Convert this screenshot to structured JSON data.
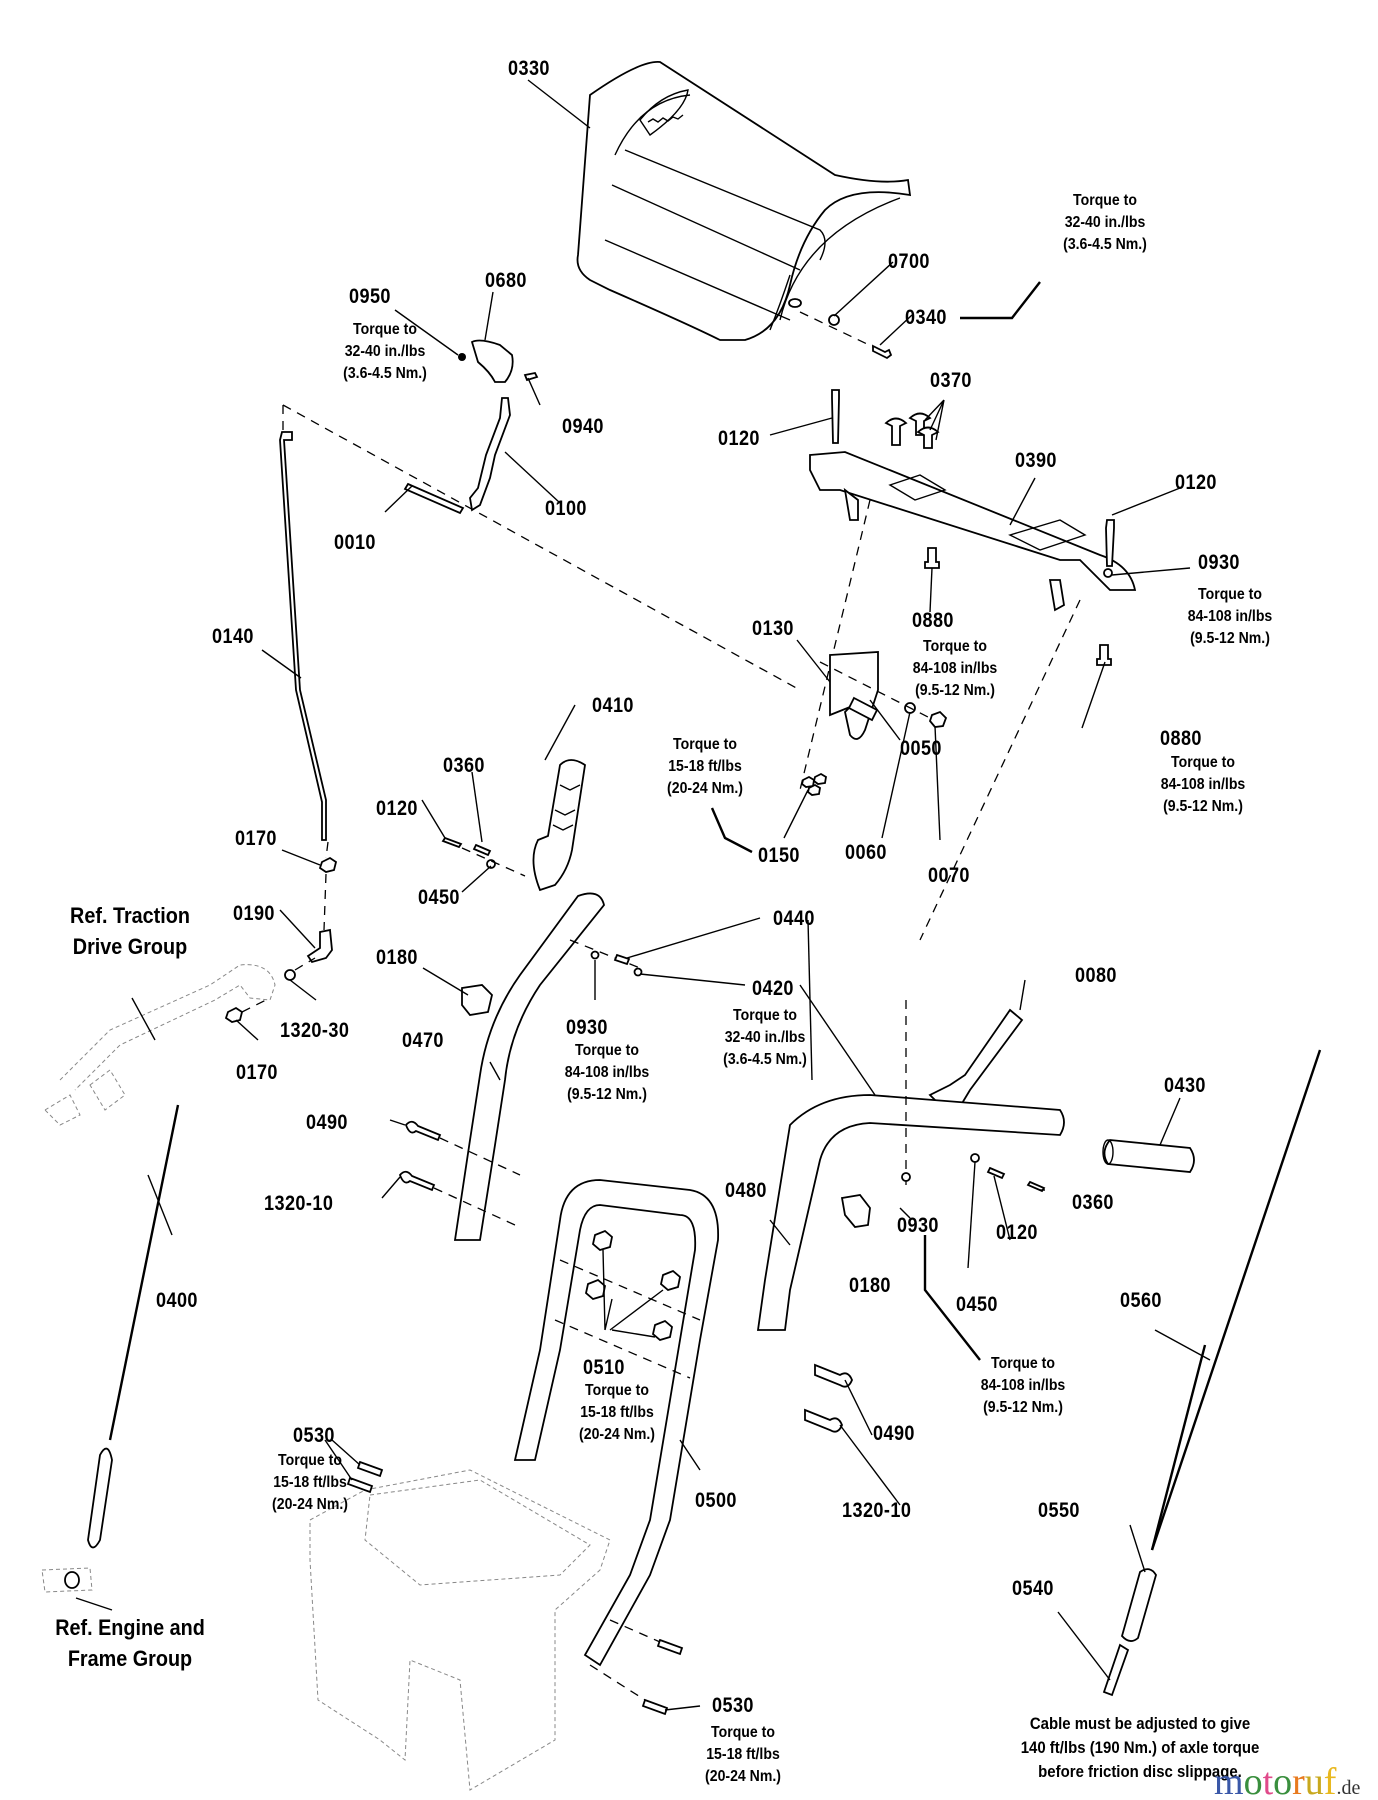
{
  "diagram": {
    "title_hidden": "Handle / Control Assembly parts diagram",
    "parts": [
      {
        "id": "0330",
        "name": "console-cover"
      },
      {
        "id": "0340",
        "name": "screw"
      },
      {
        "id": "0700",
        "name": "washer"
      },
      {
        "id": "0950",
        "name": "nut"
      },
      {
        "id": "0680",
        "name": "shift-knob"
      },
      {
        "id": "0940",
        "name": "screw"
      },
      {
        "id": "0010",
        "name": "bolt"
      },
      {
        "id": "0100",
        "name": "shift-lever"
      },
      {
        "id": "0120",
        "name": "bolt"
      },
      {
        "id": "0370",
        "name": "carriage-bolt"
      },
      {
        "id": "0390",
        "name": "console-plate"
      },
      {
        "id": "0930",
        "name": "locknut"
      },
      {
        "id": "0880",
        "name": "screw"
      },
      {
        "id": "0130",
        "name": "bracket"
      },
      {
        "id": "0140",
        "name": "shift-rod"
      },
      {
        "id": "0410",
        "name": "drive-lever"
      },
      {
        "id": "0360",
        "name": "pin"
      },
      {
        "id": "0450",
        "name": "spacer"
      },
      {
        "id": "0050",
        "name": "spring"
      },
      {
        "id": "0060",
        "name": "washer"
      },
      {
        "id": "0070",
        "name": "nut"
      },
      {
        "id": "0150",
        "name": "nut"
      },
      {
        "id": "0170",
        "name": "nut"
      },
      {
        "id": "0190",
        "name": "ferrule"
      },
      {
        "id": "1320-30",
        "name": "washer"
      },
      {
        "id": "0180",
        "name": "cable-guide"
      },
      {
        "id": "0440",
        "name": "pin"
      },
      {
        "id": "0420",
        "name": "nut"
      },
      {
        "id": "0470",
        "name": "handle-left"
      },
      {
        "id": "0080",
        "name": "auger-lever"
      },
      {
        "id": "0430",
        "name": "grip"
      },
      {
        "id": "0480",
        "name": "handle-right"
      },
      {
        "id": "0490",
        "name": "carriage-bolt"
      },
      {
        "id": "1320-10",
        "name": "carriage-bolt"
      },
      {
        "id": "0400",
        "name": "cable"
      },
      {
        "id": "0510",
        "name": "flange-nut"
      },
      {
        "id": "0500",
        "name": "lower-handle"
      },
      {
        "id": "0560",
        "name": "cable"
      },
      {
        "id": "0550",
        "name": "spring-cover"
      },
      {
        "id": "0540",
        "name": "link"
      },
      {
        "id": "0530",
        "name": "screw"
      }
    ],
    "labels": {
      "l0330": "0330",
      "l0700": "0700",
      "l0340": "0340",
      "l0950": "0950",
      "l0680": "0680",
      "l0940": "0940",
      "l0010": "0010",
      "l0100": "0100",
      "l0120a": "0120",
      "l0370": "0370",
      "l0390": "0390",
      "l0120b": "0120",
      "l0930a": "0930",
      "l0880a": "0880",
      "l0880b": "0880",
      "l0130": "0130",
      "l0140": "0140",
      "l0410": "0410",
      "l0360a": "0360",
      "l0120c": "0120",
      "l0450a": "0450",
      "l0050": "0050",
      "l0060": "0060",
      "l0070": "0070",
      "l0150": "0150",
      "l0170a": "0170",
      "l0190": "0190",
      "l1320_30": "1320-30",
      "l0170b": "0170",
      "l0180a": "0180",
      "l0440": "0440",
      "l0420": "0420",
      "l0930b": "0930",
      "l0470": "0470",
      "l0080": "0080",
      "l0430": "0430",
      "l0490a": "0490",
      "l1320_10a": "1320-10",
      "l0480": "0480",
      "l0930c": "0930",
      "l0360b": "0360",
      "l0120d": "0120",
      "l0180b": "0180",
      "l0450b": "0450",
      "l0400": "0400",
      "l0510": "0510",
      "l0560": "0560",
      "l0490b": "0490",
      "l1320_10b": "1320-10",
      "l0500": "0500",
      "l0530a": "0530",
      "l0550": "0550",
      "l0540": "0540",
      "l0530b": "0530"
    },
    "torque_notes": {
      "t_top_right": [
        "Torque to",
        "32-40 in./lbs",
        "(3.6-4.5 Nm.)"
      ],
      "t_0950": [
        "Torque to",
        "32-40 in./lbs",
        "(3.6-4.5 Nm.)"
      ],
      "t_0930a": [
        "Torque to",
        "84-108 in/lbs",
        "(9.5-12 Nm.)"
      ],
      "t_0880a": [
        "Torque to",
        "84-108 in/lbs",
        "(9.5-12 Nm.)"
      ],
      "t_0880b": [
        "Torque to",
        "84-108 in/lbs",
        "(9.5-12 Nm.)"
      ],
      "t_0150": [
        "Torque to",
        "15-18 ft/lbs",
        "(20-24 Nm.)"
      ],
      "t_0930b": [
        "Torque to",
        "84-108 in/lbs",
        "(9.5-12 Nm.)"
      ],
      "t_0420": [
        "Torque to",
        "32-40 in./lbs",
        "(3.6-4.5 Nm.)"
      ],
      "t_0930c": [
        "Torque to",
        "84-108 in/lbs",
        "(9.5-12 Nm.)"
      ],
      "t_0510": [
        "Torque to",
        "15-18 ft/lbs",
        "(20-24 Nm.)"
      ],
      "t_0530a": [
        "Torque to",
        "15-18 ft/lbs",
        "(20-24 Nm.)"
      ],
      "t_0530b": [
        "Torque to",
        "15-18 ft/lbs",
        "(20-24 Nm.)"
      ],
      "cable_note": [
        "Cable must be adjusted to give",
        "140 ft/lbs (190 Nm.) of axle torque",
        "before friction disc slippage."
      ]
    },
    "references": {
      "traction": [
        "Ref. Traction",
        "Drive Group"
      ],
      "engine": [
        "Ref. Engine and",
        "Frame Group"
      ]
    },
    "watermark": {
      "letters": [
        "m",
        "o",
        "t",
        "o",
        "r",
        "u",
        "f"
      ],
      "colors": [
        "#3a58a8",
        "#3a8f3e",
        "#e04a8a",
        "#3a8f3e",
        "#e87a1e",
        "#c8a81e",
        "#e8b81e"
      ],
      "suffix": ".de"
    }
  }
}
